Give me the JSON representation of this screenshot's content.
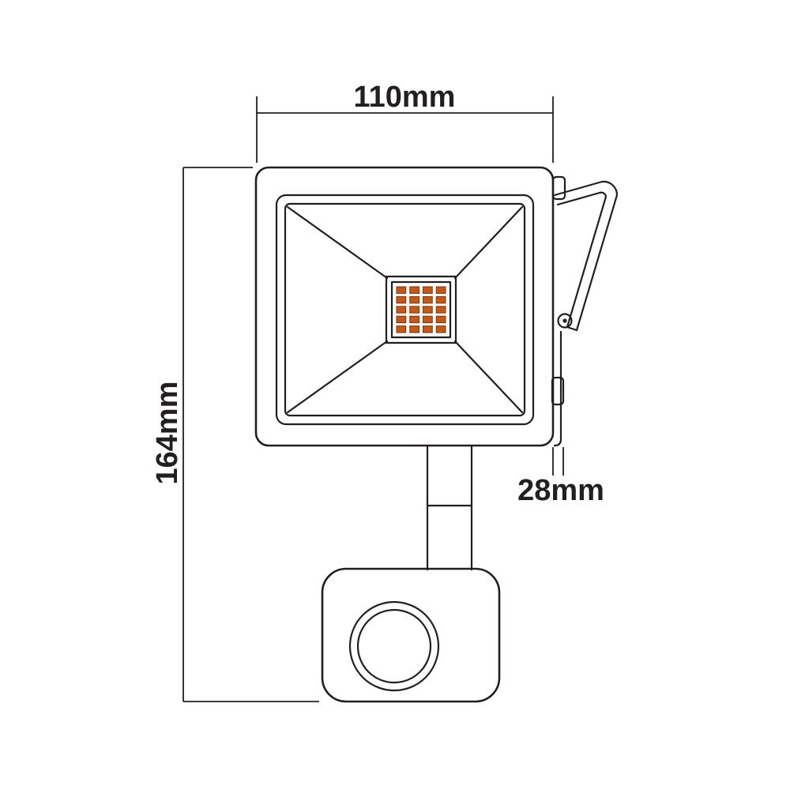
{
  "diagram": {
    "type": "technical-drawing",
    "subject": "LED floodlight with PIR motion sensor",
    "dimensions": {
      "width": "110mm",
      "height": "164mm",
      "depth": "28mm"
    },
    "led_array": {
      "cols": 4,
      "rows": 5
    },
    "colors": {
      "line": "#231f20",
      "background": "#ffffff",
      "led_fill": "#c2591b",
      "led_stroke": "#7e3509"
    }
  }
}
